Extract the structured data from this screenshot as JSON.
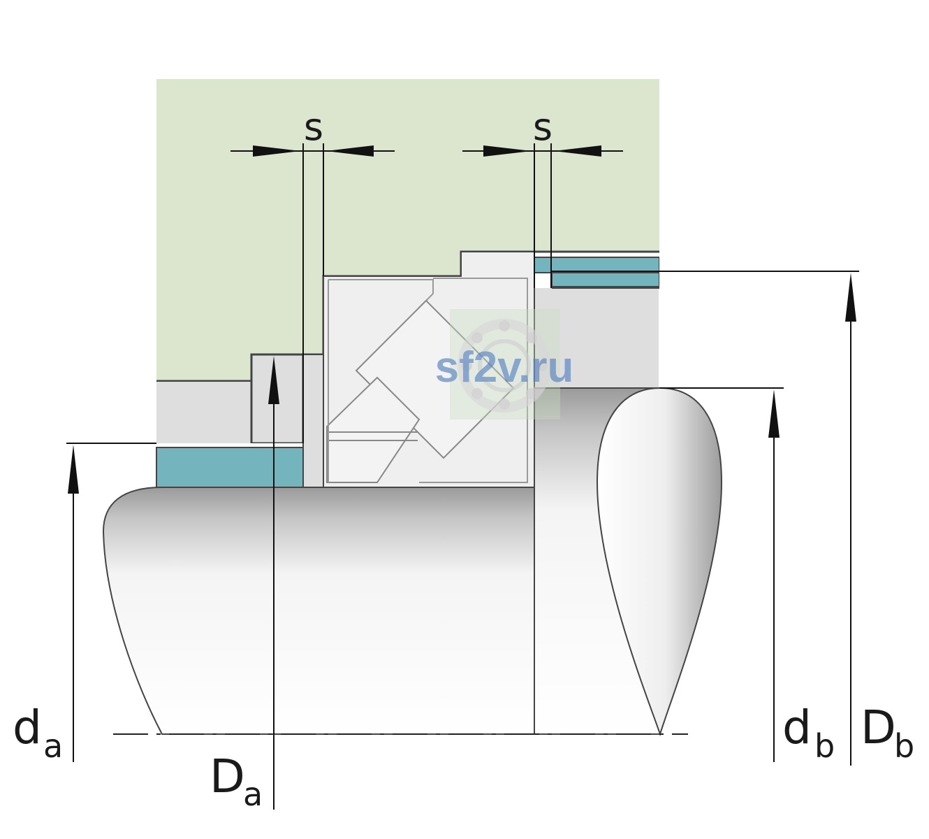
{
  "labels": {
    "s_left": "s",
    "s_right": "s",
    "da_main": "d",
    "da_sub": "a",
    "Da_main": "D",
    "Da_sub": "a",
    "db_main": "d",
    "db_sub": "b",
    "Db_main": "D",
    "Db_sub": "b"
  },
  "watermark": "sf2v.ru",
  "colors": {
    "housing": "#dce6cf",
    "spacer": "#74b5bd",
    "bearing": "#eeeeee",
    "collar": "#dedede",
    "line": "#444444",
    "watermark_text": "#5b86c2"
  }
}
